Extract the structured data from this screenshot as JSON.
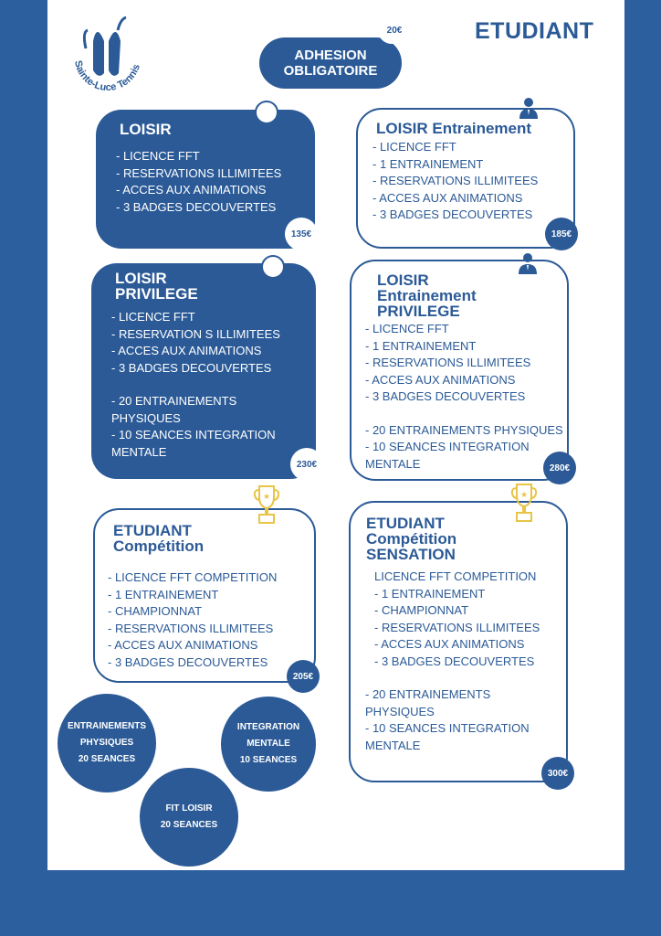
{
  "header": {
    "logo_text": "Sainte-Luce Tennis",
    "adhesion_line1": "ADHESION",
    "adhesion_line2": "OBLIGATOIRE",
    "adhesion_price": "20€",
    "category_title": "ETUDIANT"
  },
  "cards": [
    {
      "title_lines": [
        "LOISIR"
      ],
      "items": [
        "- LICENCE FFT",
        "- RESERVATIONS ILLIMITEES",
        "- ACCES AUX ANIMATIONS",
        "- 3 BADGES DECOUVERTES"
      ],
      "price": "135€",
      "icon": "tennis-ball-icon"
    },
    {
      "title_lines": [
        "LOISIR Entrainement"
      ],
      "items": [
        "- LICENCE FFT",
        "- 1 ENTRAINEMENT",
        "- RESERVATIONS ILLIMITEES",
        "- ACCES AUX ANIMATIONS",
        "- 3 BADGES DECOUVERTES"
      ],
      "price": "185€",
      "icon": "coach-icon"
    },
    {
      "title_lines": [
        "LOISIR",
        "PRIVILEGE"
      ],
      "items": [
        "- LICENCE FFT",
        "- RESERVATION S ILLIMITEES",
        "- ACCES AUX ANIMATIONS",
        "- 3 BADGES DECOUVERTES",
        "- 20 ENTRAINEMENTS PHYSIQUES",
        "- 10 SEANCES INTEGRATION MENTALE"
      ],
      "price": "230€",
      "icon": "tennis-ball-icon"
    },
    {
      "title_lines": [
        "LOISIR",
        "Entrainement",
        "PRIVILEGE"
      ],
      "items": [
        "- LICENCE FFT",
        "- 1 ENTRAINEMENT",
        "- RESERVATIONS ILLIMITEES",
        "- ACCES AUX ANIMATIONS",
        "- 3 BADGES DECOUVERTES",
        "- 20 ENTRAINEMENTS PHYSIQUES",
        "- 10 SEANCES INTEGRATION MENTALE"
      ],
      "price": "280€",
      "icon": "coach-icon"
    },
    {
      "title_lines": [
        "ETUDIANT",
        "Compétition"
      ],
      "items": [
        "- LICENCE FFT COMPETITION",
        "- 1 ENTRAINEMENT",
        "- CHAMPIONNAT",
        "- RESERVATIONS ILLIMITEES",
        "- ACCES AUX ANIMATIONS",
        "- 3 BADGES DECOUVERTES"
      ],
      "price": "205€",
      "icon": "trophy-icon"
    },
    {
      "title_lines": [
        "ETUDIANT",
        "Compétition",
        "SENSATION"
      ],
      "items": [
        "LICENCE FFT COMPETITION",
        "- 1 ENTRAINEMENT",
        "- CHAMPIONNAT",
        "- RESERVATIONS ILLIMITEES",
        "- ACCES AUX ANIMATIONS",
        "- 3 BADGES DECOUVERTES",
        "- 20 ENTRAINEMENTS PHYSIQUES",
        "- 10 SEANCES INTEGRATION MENTALE"
      ],
      "price": "300€",
      "icon": "trophy-icon"
    }
  ],
  "options": [
    {
      "lines": [
        "ENTRAINEMENTS",
        "PHYSIQUES",
        "20 SEANCES"
      ]
    },
    {
      "lines": [
        "INTEGRATION",
        "MENTALE",
        "10 SEANCES"
      ]
    },
    {
      "lines": [
        "FIT LOISIR",
        "20 SEANCES"
      ]
    }
  ],
  "colors": {
    "primary": "#2b5a97",
    "background": "#2b5f9e",
    "page": "#ffffff",
    "trophy": "#e8c546"
  }
}
